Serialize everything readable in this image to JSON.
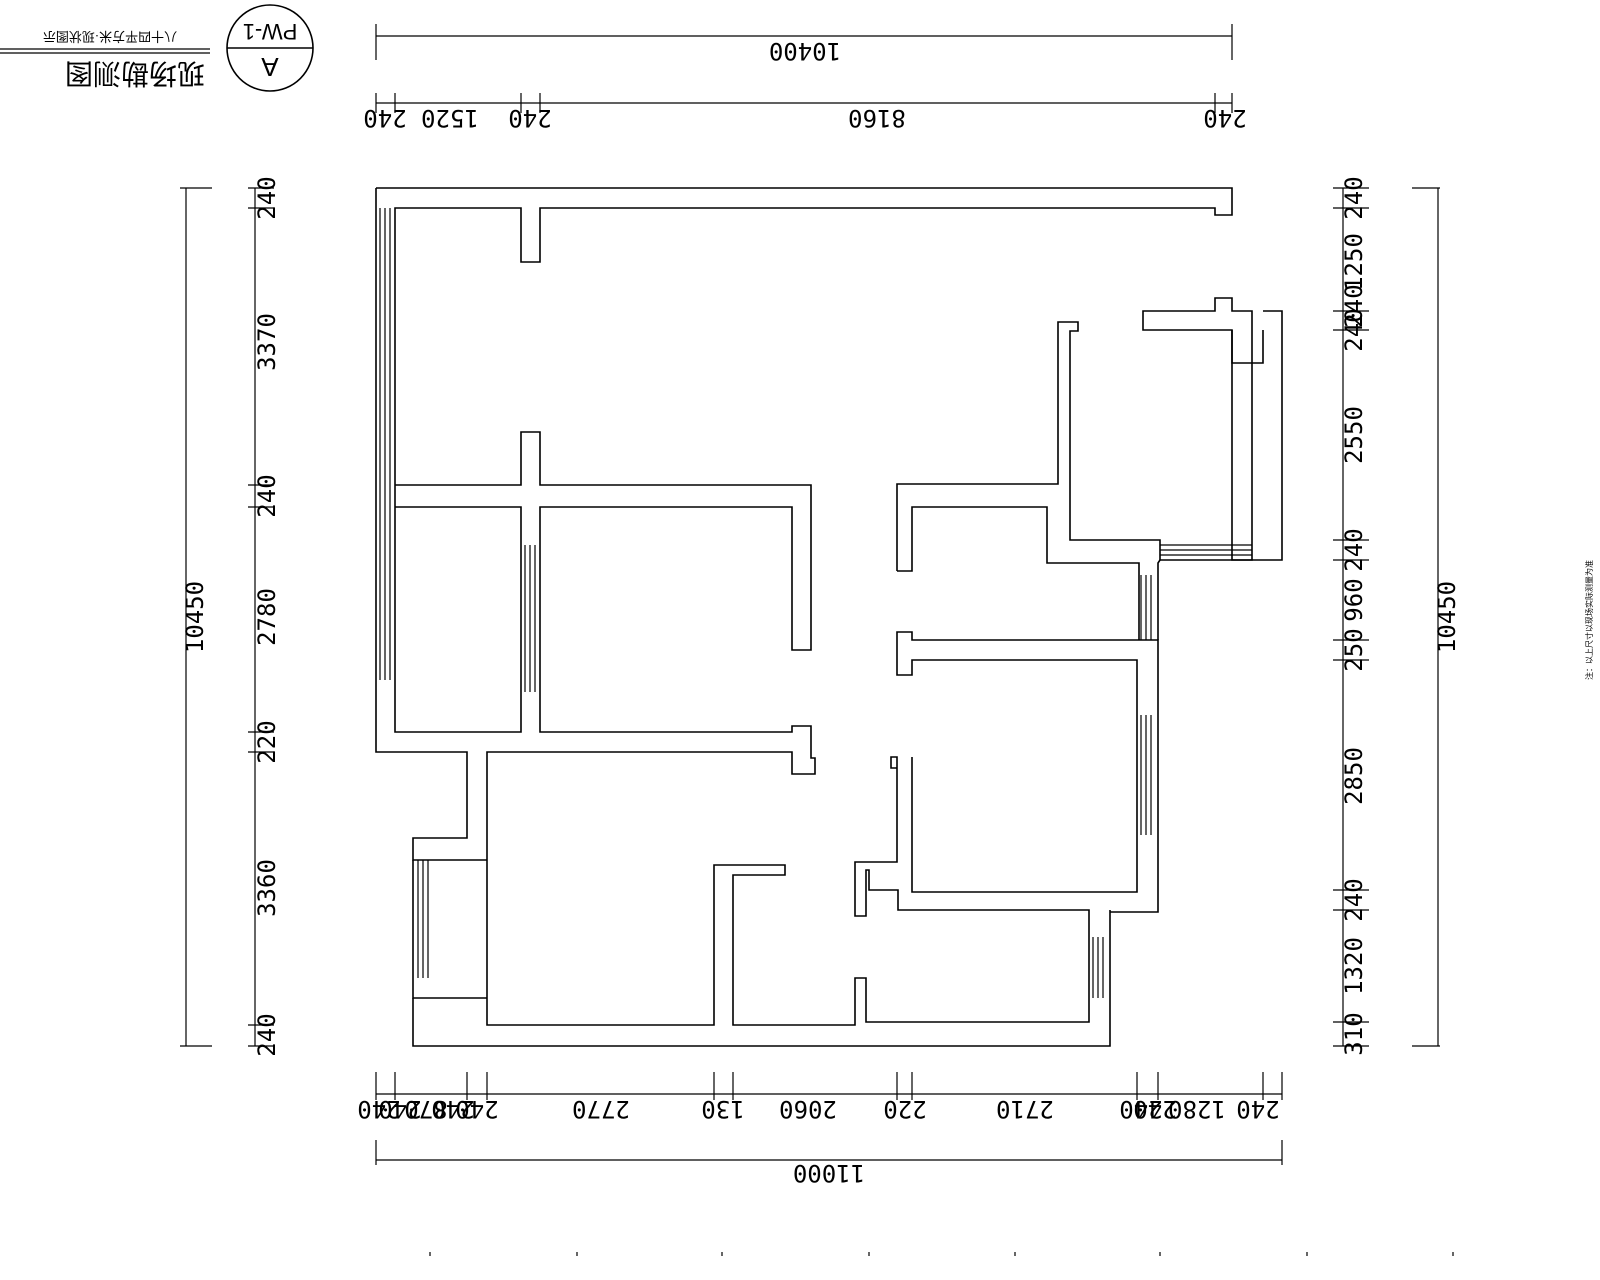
{
  "title_block": {
    "drawing_title": "现场勘测图",
    "subtitle": "八十四平方米·现状图示",
    "symbol_letter": "A",
    "symbol_code": "PW-1"
  },
  "dimensions": {
    "top_total": "10400",
    "top_segments": [
      "240",
      "1520",
      "240",
      "8160",
      "240"
    ],
    "bottom_total": "11000",
    "bottom_segments": [
      "240",
      "240",
      "870",
      "240",
      "240",
      "2770",
      "130",
      "2060",
      "220",
      "2710",
      "240",
      "240",
      "1280",
      "240"
    ],
    "left_total": "10450",
    "left_segments": [
      "240",
      "3370",
      "240",
      "2780",
      "220",
      "3360",
      "240"
    ],
    "right_total": "10450",
    "right_segments": [
      "240",
      "1250",
      "240",
      "240",
      "2550",
      "240",
      "960",
      "250",
      "2850",
      "240",
      "1320",
      "310"
    ]
  },
  "side_note": "注：以上尺寸以现场实际测量为准"
}
